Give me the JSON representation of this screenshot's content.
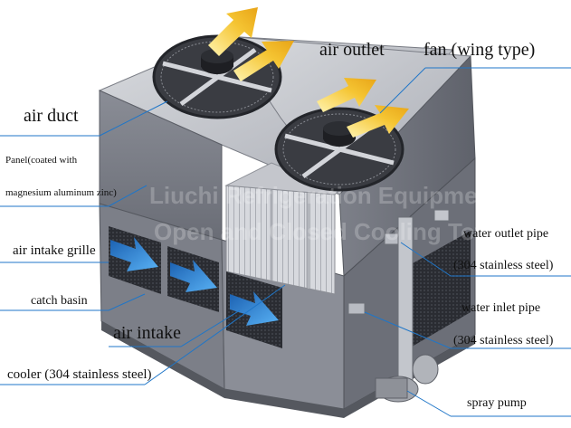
{
  "diagram": {
    "labels": {
      "air_outlet": "air outlet",
      "fan": "fan (wing type)",
      "air_duct": "air  duct",
      "panel_line1": "Panel(coated with",
      "panel_line2": "magnesium aluminum zinc)",
      "air_intake_grille": "air intake grille",
      "catch_basin": "catch basin",
      "air_intake": "air intake",
      "cooler": "cooler (304 stainless steel)",
      "water_outlet_pipe": "water outlet pipe",
      "water_outlet_material": "(304 stainless steel)",
      "water_inlet_pipe": "water inlet pipe",
      "water_inlet_material": "(304 stainless steel)",
      "spray_pump": "spray pump"
    },
    "watermark": {
      "line1": "Liuchi Refrigeration Equipment",
      "line2": "Open and Closed Cooling Towers"
    },
    "colors": {
      "leader_line": "#1f76c8",
      "airflow_arrow": "#f2c42a",
      "intake_arrow": "#2f8fe0",
      "body_dark": "#6e7079",
      "body_mid": "#8f929b",
      "top_light": "#c9cbd1"
    }
  }
}
